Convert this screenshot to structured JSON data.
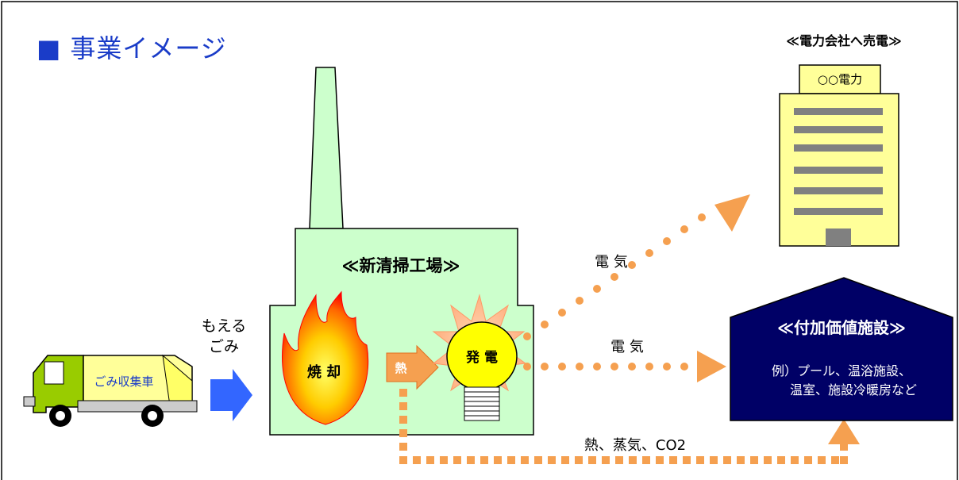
{
  "title": "■ 事業イメージ",
  "truck_label": "ごみ収集車",
  "waste_label_line1": "もえる",
  "waste_label_line2": "ごみ",
  "plant_label": "≪新清掃工場≫",
  "incineration_label": "焼 却",
  "heat_label": "熱",
  "power_label": "発 電",
  "utility_header": "≪電力会社へ売電≫",
  "utility_sign": "○○電力",
  "electricity_upper": "電 気",
  "electricity_middle": "電 気",
  "bottom_flow_label": "熱、蒸気、CO2",
  "facility_title": "≪付加価値施設≫",
  "facility_line1": "例）プール、温浴施設、",
  "facility_line2": "温室、施設冷暖房など",
  "colors": {
    "title": "#1a3cc8",
    "plant_fill": "#ccffcc",
    "arrow_orange": "#f59a2a",
    "arrow_blue": "#3366ff",
    "facility_fill": "#000066",
    "building_fill": "#ffff99",
    "truck_body": "#99cc00",
    "truck_box": "#ffff99",
    "bulb": "#ffff00"
  }
}
